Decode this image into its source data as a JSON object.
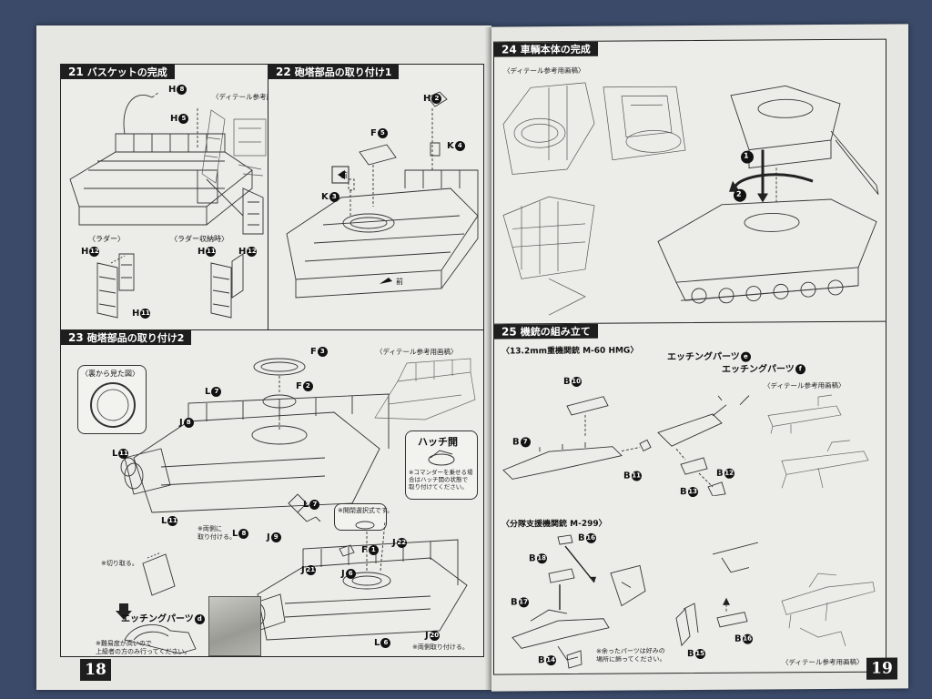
{
  "pages": {
    "left_number": "18",
    "right_number": "19"
  },
  "step21": {
    "number": "21",
    "title": "バスケットの完成",
    "labels": {
      "h8": "H",
      "h8_n": "8",
      "h5": "H",
      "h5_n": "5"
    },
    "detail_caption": "〈ディテール参考用画稿〉",
    "ladder_title": "〈ラダー〉",
    "ladder_stowed_title": "〈ラダー収納時〉",
    "ladder_labels": {
      "h12": "H",
      "h12_n": "12",
      "h11": "H",
      "h11_n": "11"
    }
  },
  "step22": {
    "number": "22",
    "title": "砲塔部品の取り付け1",
    "labels": {
      "h2": "H",
      "h2_n": "2",
      "f5": "F",
      "f5_n": "5",
      "k4": "K",
      "k4_n": "4",
      "k3": "K",
      "k3_n": "3",
      "front": "前",
      "front_arrow": "前"
    }
  },
  "step23": {
    "number": "23",
    "title": "砲塔部品の取り付け2",
    "view_from_back": "〈裏から見た図〉",
    "labels": {
      "f3": "F",
      "f3_n": "3",
      "f2": "F",
      "f2_n": "2",
      "l7a": "L",
      "l7a_n": "7",
      "j8": "J",
      "j8_n": "8",
      "l11a": "L",
      "l11a_n": "11",
      "l11b": "L",
      "l11b_n": "11",
      "l7b": "L",
      "l7b_n": "7",
      "l8": "L",
      "l8_n": "8",
      "j9": "J",
      "j9_n": "9",
      "f1": "F",
      "f1_n": "1",
      "j22": "J",
      "j22_n": "22",
      "j21": "J",
      "j21_n": "21",
      "j6": "J",
      "j6_n": "6",
      "j20": "J",
      "j20_n": "20",
      "l6": "L",
      "l6_n": "6"
    },
    "both_sides_note": "※両側に\n取り付ける。",
    "detail_caption": "〈ディテール参考用画稿〉",
    "hatch_title": "ハッチ開",
    "hatch_note": "※コマンダーを乗せる場\n合はハッチ開の状態で\n取り付けてください。",
    "hatch_closed_note": "※開閉選択式です。",
    "cut_note": "※切り取る。",
    "etching_parts": "エッチングパーツ",
    "etching_num": "d",
    "difficulty_note": "※難易度が高いので\n上級者の方のみ行ってください。",
    "both_side_attach": "※両側取り付ける。"
  },
  "step24": {
    "number": "24",
    "title": "車輌本体の完成",
    "detail_caption": "〈ディテール参考用画稿〉",
    "arrows": [
      "1",
      "2"
    ]
  },
  "step25": {
    "number": "25",
    "title": "機銃の組み立て",
    "hmg_title": "〈13.2mm重機関銃 M-60 HMG〉",
    "etching_e": "エッチングパーツ",
    "etching_e_n": "e",
    "etching_f": "エッチングパーツ",
    "etching_f_n": "f",
    "hmg_labels": {
      "b10": "B",
      "b10_n": "10",
      "b7": "B",
      "b7_n": "7",
      "b11": "B",
      "b11_n": "11",
      "b12": "B",
      "b12_n": "12",
      "b13": "B",
      "b13_n": "13"
    },
    "detail_caption_hmg": "〈ディテール参考用画稿〉",
    "m299_title": "〈分隊支援機関銃 M-299〉",
    "m299_labels": {
      "b16a": "B",
      "b16a_n": "16",
      "b18": "B",
      "b18_n": "18",
      "b17": "B",
      "b17_n": "17",
      "b14": "B",
      "b14_n": "14",
      "b16b": "B",
      "b16b_n": "16",
      "b15": "B",
      "b15_n": "15"
    },
    "leftover_note": "※余ったパーツは好みの\n場所に飾ってください。",
    "detail_caption_m299": "〈ディテール参考用画稿〉"
  },
  "colors": {
    "banner": "#1e1e1e",
    "paper": "#e6e6e2",
    "background": "#3a4a68"
  }
}
